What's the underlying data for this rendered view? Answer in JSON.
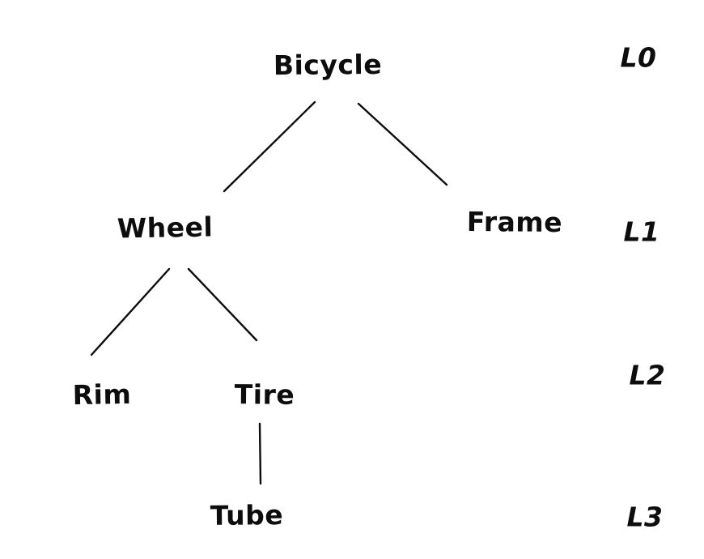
{
  "diagram": {
    "type": "tree",
    "background_color": "#ffffff",
    "ink_color": "#0d0d0d",
    "nodes": [
      {
        "id": "bicycle",
        "label": "Bicycle",
        "level": "L0",
        "parent": null
      },
      {
        "id": "wheel",
        "label": "Wheel",
        "level": "L1",
        "parent": "bicycle"
      },
      {
        "id": "frame",
        "label": "Frame",
        "level": "L1",
        "parent": "bicycle"
      },
      {
        "id": "rim",
        "label": "Rim",
        "level": "L2",
        "parent": "wheel"
      },
      {
        "id": "tire",
        "label": "Tire",
        "level": "L2",
        "parent": "wheel"
      },
      {
        "id": "tube",
        "label": "Tube",
        "level": "L3",
        "parent": "tire"
      }
    ],
    "edges": [
      {
        "from": "bicycle",
        "to": "wheel"
      },
      {
        "from": "bicycle",
        "to": "frame"
      },
      {
        "from": "wheel",
        "to": "rim"
      },
      {
        "from": "wheel",
        "to": "tire"
      },
      {
        "from": "tire",
        "to": "tube"
      }
    ],
    "level_labels": [
      {
        "label": "L0"
      },
      {
        "label": "L1"
      },
      {
        "label": "L2"
      },
      {
        "label": "L3"
      }
    ]
  }
}
